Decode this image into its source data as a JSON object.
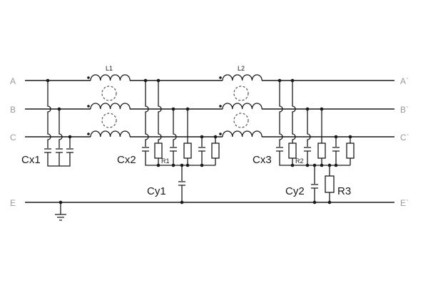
{
  "bus_labels": {
    "a_in": "A",
    "b_in": "B",
    "c_in": "C",
    "e_in": "E",
    "a_out": "A`",
    "b_out": "B`",
    "c_out": "C`",
    "e_out": "E`"
  },
  "component_labels": {
    "l1": "L1",
    "l2": "L2",
    "cx1": "Cx1",
    "cx2": "Cx2",
    "cx3": "Cx3",
    "cy1": "Cy1",
    "cy2": "Cy2",
    "r1": "R1",
    "r2": "R2",
    "r3": "R3"
  }
}
